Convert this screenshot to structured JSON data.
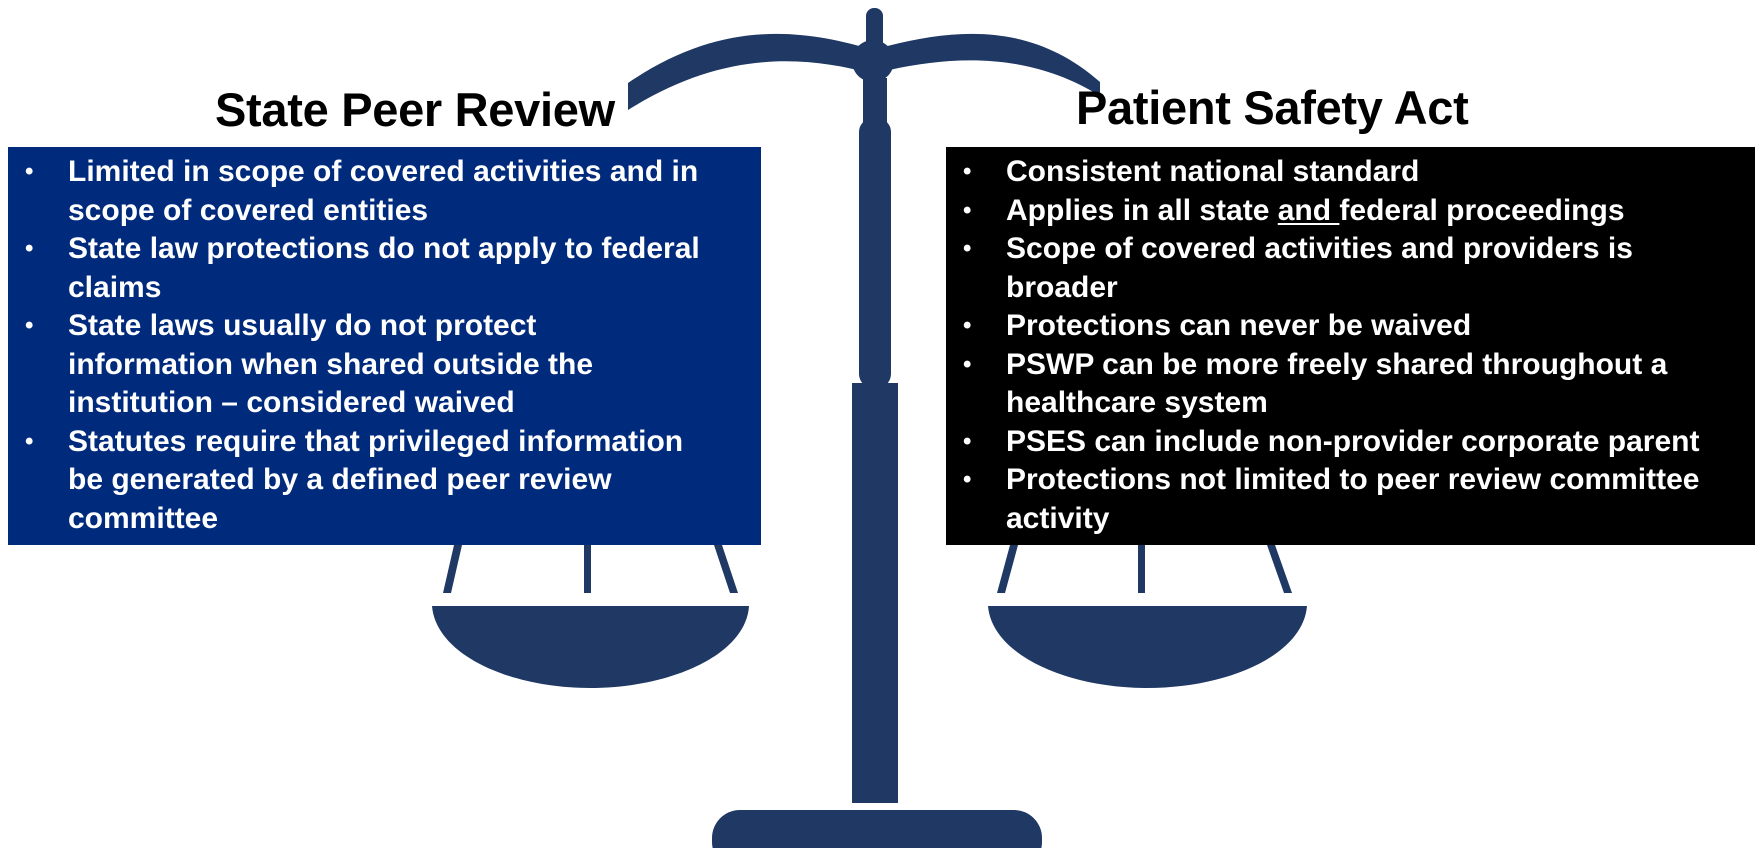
{
  "colors": {
    "scale": "#1f3864",
    "left_panel": "#002a7c",
    "right_panel": "#000000",
    "text_light": "#ffffff",
    "heading": "#000000"
  },
  "icons": {
    "scale": "balance-scale-icon",
    "bullet": "bullet-dot"
  },
  "left": {
    "title": "State Peer Review",
    "items": [
      {
        "lines": [
          "Limited in scope of covered  activities and in",
          "scope of  covered entities"
        ]
      },
      {
        "lines": [
          "State law protections do not  apply to federal",
          "claims"
        ]
      },
      {
        "lines": [
          "State laws usually do not  protect",
          "information when  shared outside the",
          "institution –  considered waived"
        ]
      },
      {
        "lines": [
          "Statutes require that privileged information",
          "be generated by a defined peer review",
          "committee"
        ]
      }
    ]
  },
  "right": {
    "title": "Patient Safety Act",
    "items": [
      {
        "lines": [
          "Consistent  national standard"
        ]
      },
      {
        "line1_pre": "Applies in all state ",
        "line1_underlined": "and ",
        "line1_post": "federal  proceedings"
      },
      {
        "lines": [
          "Scope of covered activities and  providers is",
          "broader"
        ]
      },
      {
        "lines": [
          "Protections can never be waived"
        ]
      },
      {
        "lines": [
          "PSWP can be more freely shared  throughout a",
          "healthcare system"
        ]
      },
      {
        "lines": [
          "PSES can include non-provider corporate parent"
        ]
      },
      {
        "lines": [
          "Protections not limited to peer review committee",
          "activity"
        ]
      }
    ]
  }
}
